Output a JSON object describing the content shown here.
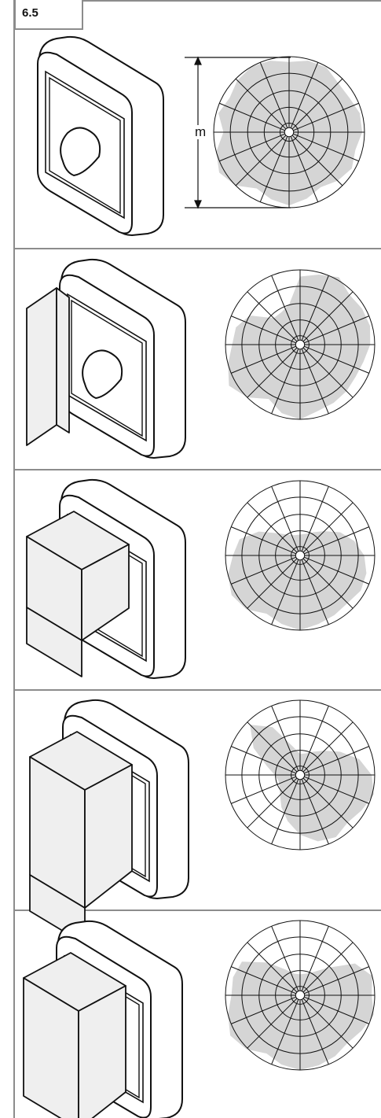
{
  "section": {
    "number": "6.5"
  },
  "dimension": {
    "label": "m"
  },
  "panels": [
    {
      "id": "panel-1",
      "shield": "none",
      "coverage": [
        0.93,
        0.98,
        0.99,
        0.92,
        0.92,
        0.97,
        0.97,
        0.91,
        0.96,
        0.91,
        0.84,
        0.91,
        0.97,
        0.92,
        0.86,
        1.0,
        1.07,
        1.0,
        0.87,
        0.97,
        0.91,
        0.97,
        1.0,
        0.98
      ]
    },
    {
      "id": "panel-2",
      "shield": "left-side",
      "coverage": [
        0.91,
        0.97,
        1.04,
        0.94,
        0.96,
        0.97,
        0.94,
        0.88,
        0.86,
        0.88,
        0.9,
        0.92,
        1.0,
        0.95,
        0.84,
        1.0,
        1.1,
        1.0,
        0.91,
        0.89,
        0.78,
        0.5,
        0.5,
        0.56
      ]
    },
    {
      "id": "panel-3",
      "shield": "top-left-corner",
      "coverage": [
        0.28,
        0.3,
        0.36,
        0.46,
        0.62,
        0.75,
        0.86,
        0.92,
        0.94,
        0.9,
        0.92,
        0.95,
        1.0,
        0.95,
        0.9,
        1.02,
        1.06,
        1.0,
        0.9,
        0.84,
        0.64,
        0.42,
        0.32,
        0.28
      ]
    },
    {
      "id": "panel-4",
      "shield": "left-full-height",
      "coverage": [
        0.28,
        0.3,
        0.36,
        0.46,
        0.62,
        0.82,
        0.96,
        1.02,
        0.95,
        0.9,
        0.96,
        0.92,
        0.8,
        0.64,
        0.5,
        0.38,
        0.32,
        0.3,
        0.34,
        0.46,
        0.72,
        0.95,
        0.74,
        0.4
      ]
    },
    {
      "id": "panel-5",
      "shield": "left-top-box",
      "coverage": [
        0.28,
        0.3,
        0.36,
        0.52,
        0.85,
        1.0,
        0.96,
        1.02,
        0.95,
        0.9,
        0.94,
        0.97,
        1.0,
        0.96,
        0.9,
        1.02,
        1.08,
        1.0,
        0.92,
        0.93,
        0.9,
        0.62,
        0.4,
        0.3
      ]
    }
  ]
}
